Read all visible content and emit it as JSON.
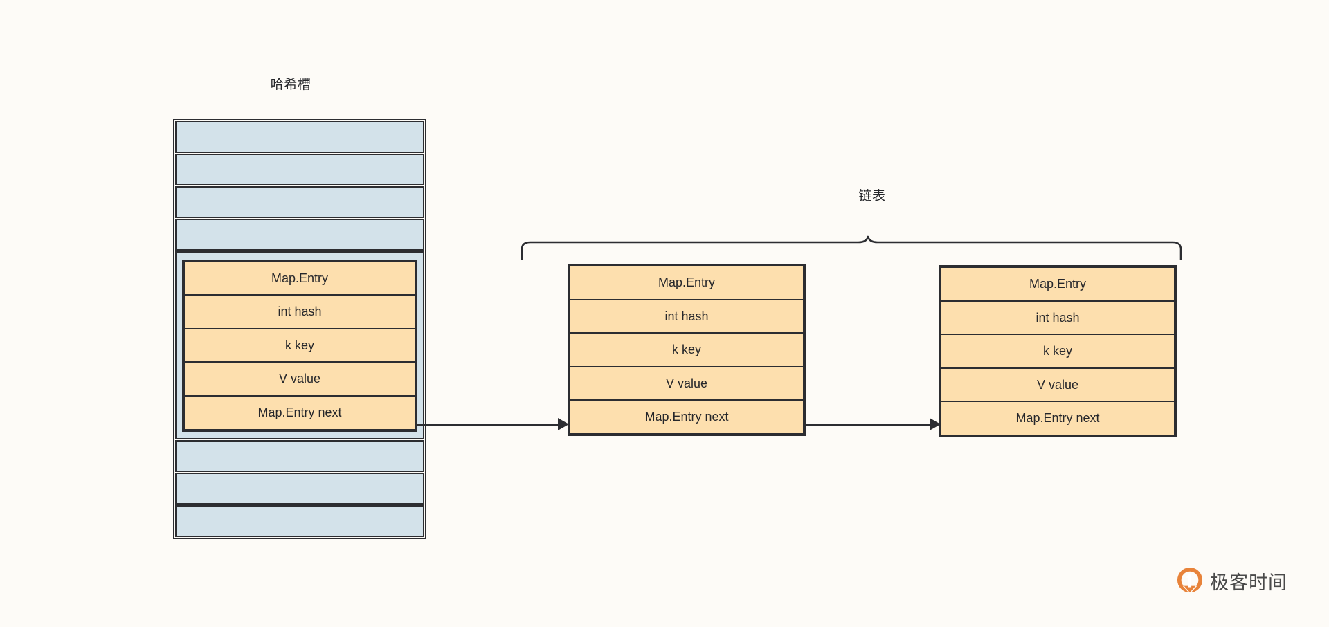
{
  "diagram": {
    "labels": {
      "hash_slot": "哈希槽",
      "linked_list": "链表"
    },
    "entry_rows": [
      "Map.Entry",
      "int hash",
      "k key",
      "V value",
      "Map.Entry next"
    ],
    "hash_slots": [
      {
        "index": 0,
        "occupied": false
      },
      {
        "index": 1,
        "occupied": false
      },
      {
        "index": 2,
        "occupied": false
      },
      {
        "index": 3,
        "occupied": false
      },
      {
        "index": 4,
        "occupied": true
      },
      {
        "index": 5,
        "occupied": false
      },
      {
        "index": 6,
        "occupied": false
      },
      {
        "index": 7,
        "occupied": false
      }
    ],
    "entry_nodes": [
      {
        "id": "entry-1",
        "location": "in-slot"
      },
      {
        "id": "entry-2",
        "location": "chain"
      },
      {
        "id": "entry-3",
        "location": "chain"
      }
    ],
    "colors": {
      "background": "#fdfbf7",
      "slot_fill": "#d3e2ea",
      "entry_fill": "#fddfae",
      "stroke": "#2c2d31",
      "text": "#26272b",
      "watermark_orange": "#e8833a"
    }
  },
  "watermark": {
    "text": "极客时间",
    "logo_icon": "geektime-logo-icon"
  }
}
